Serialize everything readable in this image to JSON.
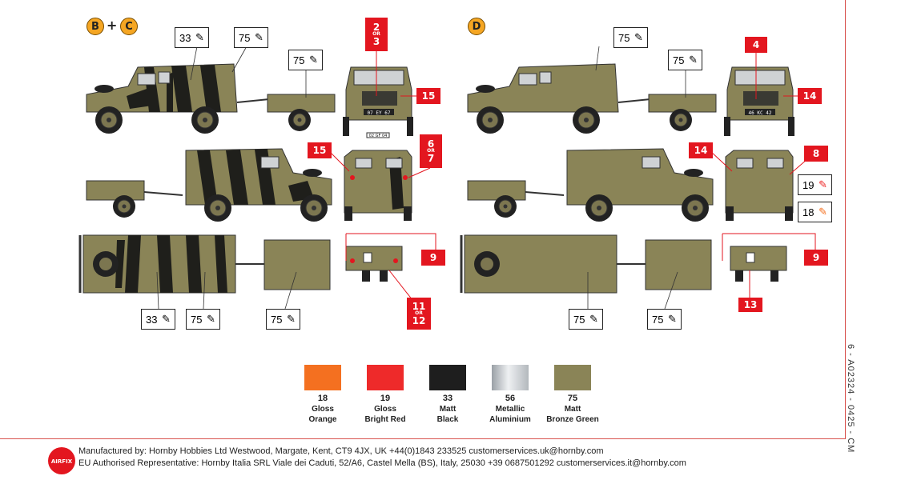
{
  "variants": {
    "left": {
      "badges": [
        "B",
        "C"
      ],
      "plus": "+"
    },
    "right": {
      "badges": [
        "D"
      ]
    }
  },
  "callouts_left": [
    {
      "num": "33"
    },
    {
      "num": "75"
    },
    {
      "num": "75"
    },
    {
      "num": "33"
    },
    {
      "num": "75"
    },
    {
      "num": "75"
    }
  ],
  "callouts_right": [
    {
      "num": "75"
    },
    {
      "num": "75"
    },
    {
      "num": "19"
    },
    {
      "num": "18"
    },
    {
      "num": "75"
    },
    {
      "num": "75"
    }
  ],
  "red_tags_left": [
    {
      "top": "2",
      "mid": "OR",
      "bottom": "3"
    },
    {
      "top": "15"
    },
    {
      "top": "15"
    },
    {
      "top": "6",
      "mid": "OR",
      "bottom": "7"
    },
    {
      "top": "9"
    },
    {
      "top": "11",
      "mid": "OR",
      "bottom": "12"
    }
  ],
  "red_tags_right": [
    {
      "top": "4"
    },
    {
      "top": "14"
    },
    {
      "top": "14"
    },
    {
      "top": "8"
    },
    {
      "top": "9"
    },
    {
      "top": "13"
    }
  ],
  "plates": {
    "left_front": "07 EY 67",
    "left_rear_trailer": "02 GF 04",
    "right_front": "46 KC 42"
  },
  "paints": [
    {
      "number": "18",
      "finish": "Gloss",
      "name": "Orange",
      "color": "#f47020"
    },
    {
      "number": "19",
      "finish": "Gloss",
      "name": "Bright Red",
      "color": "#ee2a2a"
    },
    {
      "number": "33",
      "finish": "Matt",
      "name": "Black",
      "color": "#1e1e1e"
    },
    {
      "number": "56",
      "finish": "Metallic",
      "name": "Aluminium",
      "color": "#c9ccd0"
    },
    {
      "number": "75",
      "finish": "Matt",
      "name": "Bronze Green",
      "color": "#8a8457"
    }
  ],
  "vehicle_color": "#8a8457",
  "camo_color": "#1f1f1b",
  "footer": {
    "logo": "AIRFIX",
    "manufacturer": "Manufactured by: Hornby Hobbies Ltd Westwood, Margate, Kent, CT9 4JX, UK +44(0)1843 233525 customerservices.uk@hornby.com",
    "eu_rep": "EU Authorised Representative: Hornby Italia SRL Viale dei Caduti, 52/A6, Castel Mella (BS), Italy, 25030 +39 0687501292 customerservices.it@hornby.com"
  },
  "side_code": "6 - A02324 - 0425 - CM"
}
